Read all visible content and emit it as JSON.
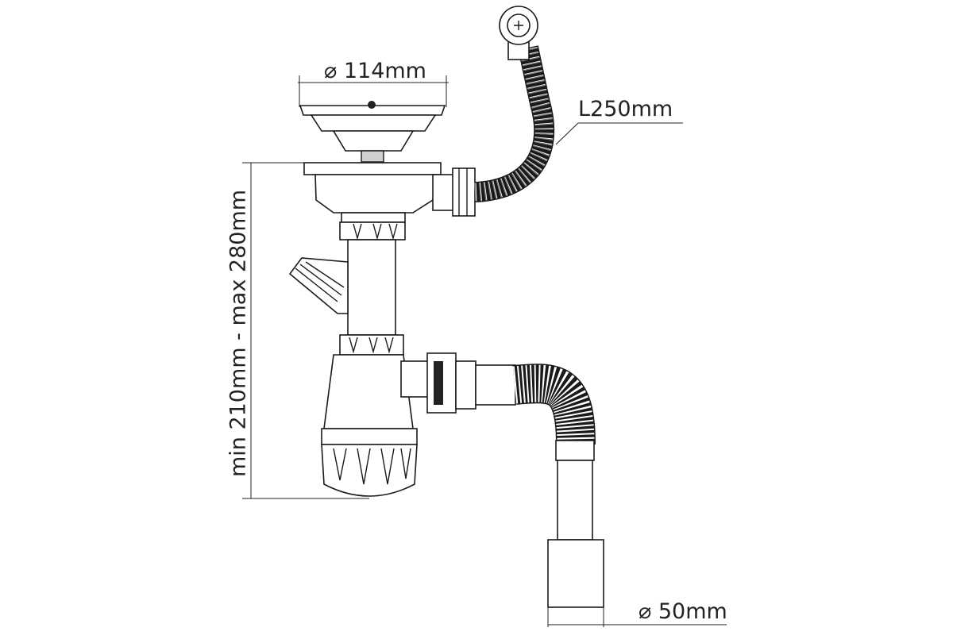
{
  "dimensions": {
    "strainer_diameter": "⌀ 114mm",
    "hose_length": "L250mm",
    "height_range": "min 210mm - max 280mm",
    "outlet_diameter": "⌀ 50mm"
  },
  "colors": {
    "line": "#1a1a1a",
    "background": "#ffffff"
  }
}
